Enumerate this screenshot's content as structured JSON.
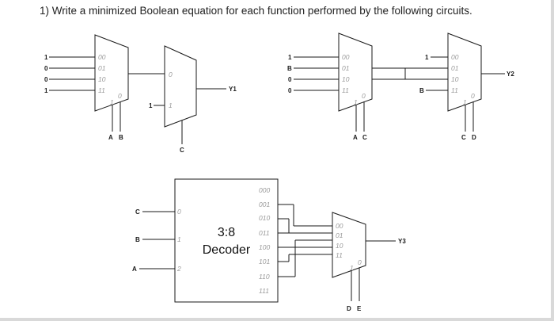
{
  "question": "1) Write a minimized Boolean equation for each function performed by the following circuits.",
  "circuit_y1": {
    "mux1_inputs": [
      "1",
      "0",
      "0",
      "1"
    ],
    "mux1_pins": [
      "00",
      "01",
      "10",
      "11"
    ],
    "mux1_select_pins": [
      "1",
      "0"
    ],
    "mux1_selects": [
      "A",
      "B"
    ],
    "mux2_pins": [
      "0",
      "1"
    ],
    "mux2_const": "1",
    "mux2_select": "C",
    "output": "Y1"
  },
  "circuit_y2": {
    "mux1_inputs": [
      "1",
      "B",
      "0",
      "0"
    ],
    "mux1_pins": [
      "00",
      "01",
      "10",
      "11"
    ],
    "mux1_select_pins": [
      "1",
      "0"
    ],
    "mux1_selects": [
      "A",
      "C"
    ],
    "mux2_const": "1",
    "mux2_b": "B",
    "mux2_pins": [
      "00",
      "01",
      "10",
      "11"
    ],
    "mux2_select_pins": [
      "1",
      "0"
    ],
    "mux2_selects": [
      "C",
      "D"
    ],
    "output": "Y2"
  },
  "circuit_y3": {
    "decoder_title": "3:8",
    "decoder_subtitle": "Decoder",
    "decoder_inputs": [
      "C",
      "B",
      "A"
    ],
    "decoder_input_pins": [
      "0",
      "1",
      "2"
    ],
    "decoder_outputs": [
      "000",
      "001",
      "010",
      "011",
      "100",
      "101",
      "110",
      "111"
    ],
    "mux_pins": [
      "00",
      "01",
      "10",
      "11"
    ],
    "mux_select_pins": [
      "1",
      "0"
    ],
    "mux_selects": [
      "D",
      "E"
    ],
    "output": "Y3"
  }
}
